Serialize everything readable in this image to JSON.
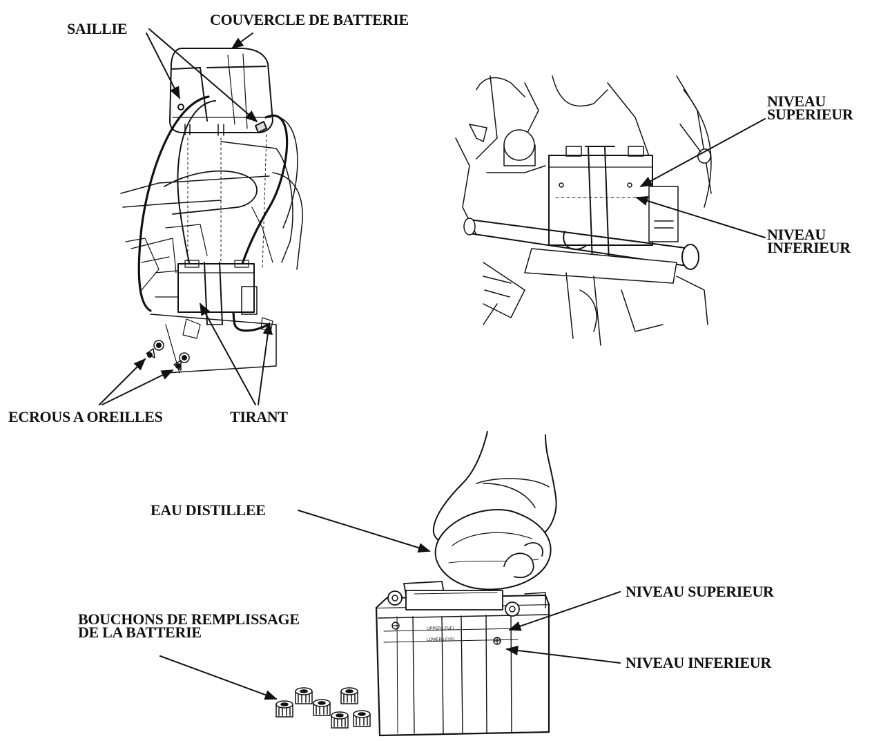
{
  "labels": {
    "saillie": "SAILLIE",
    "couvercle": "COUVERCLE DE BATTERIE",
    "niveau_sup_top_line1": "NIVEAU",
    "niveau_sup_top_line2": "SUPERIEUR",
    "niveau_inf_top_line1": "NIVEAU",
    "niveau_inf_top_line2": "INFERIEUR",
    "ecrous": "ECROUS A OREILLES",
    "tirant": "TIRANT",
    "eau": "EAU DISTILLEE",
    "niveau_sup_bottom": "NIVEAU SUPERIEUR",
    "niveau_inf_bottom": "NIVEAU INFERIEUR",
    "bouchons_line1": "BOUCHONS DE REMPLISSAGE",
    "bouchons_line2": "DE LA BATTERIE"
  },
  "battery_markings": {
    "upper": "UPPER LEVEL",
    "lower": "LOWER LEVEL"
  },
  "colors": {
    "ink": "#111111",
    "background": "#ffffff"
  }
}
